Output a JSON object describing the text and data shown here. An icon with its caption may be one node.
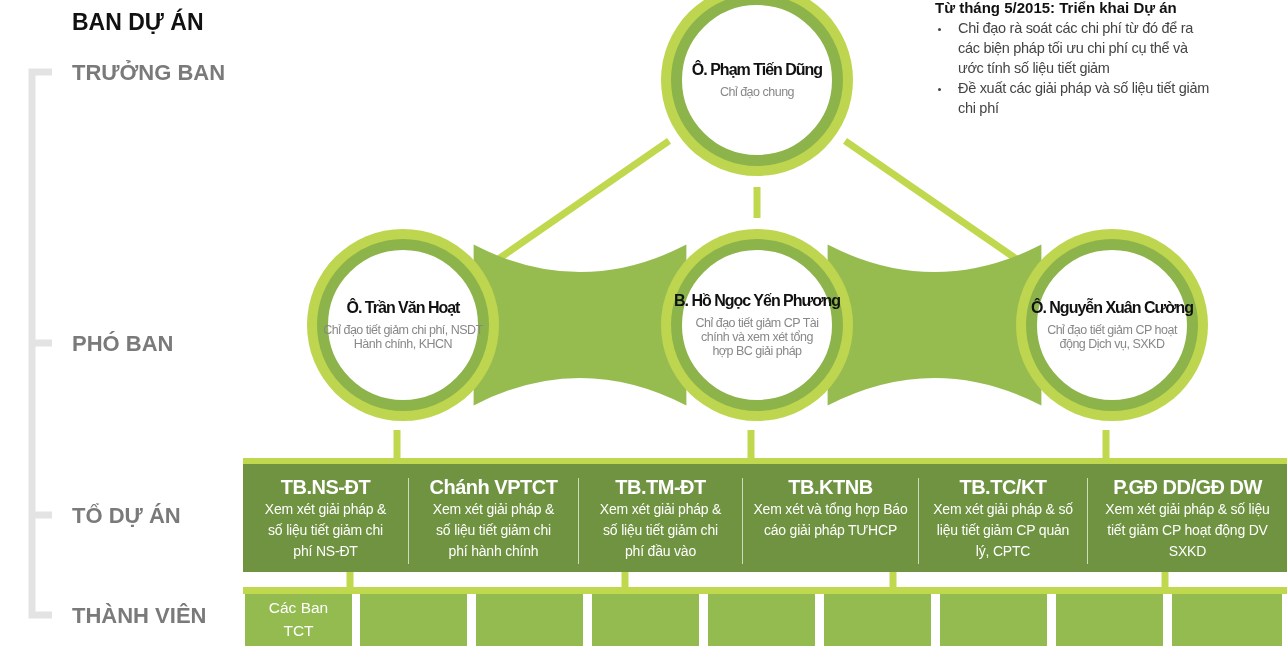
{
  "diagram": {
    "title": "BAN DỰ ÁN",
    "nodes": [
      {
        "text": [
          "Ô. Phạm Tiến Dũng",
          "Chỉ đạo chung"
        ]
      },
      {
        "text": [
          "Ô. Trần Văn Hoạt",
          "Chỉ đạo tiết giảm chi phí, NSDT Hành chính, KHCN"
        ]
      },
      {
        "text": [
          "B. Hồ Ngọc Yến Phương",
          "Chỉ đạo tiết giảm CP Tài chính và xem xét tổng hợp BC giải pháp"
        ]
      },
      {
        "text": [
          "Ô. Nguyễn Xuân Cường",
          "Chỉ đạo tiết giảm CP hoạt động Dịch vụ, SXKD"
        ]
      },
      {
        "text": [],
        "shape": "bar"
      },
      {
        "text": [
          "TB.NS-ĐT",
          "Xem xét giải pháp & số liệu tiết giảm chi phí NS-ĐT"
        ]
      },
      {
        "text": [
          "Chánh VPTCT",
          "Xem xét giải pháp & số liệu tiết giảm chi phí hành chính"
        ]
      },
      {
        "text": [
          "TB.TM-ĐT",
          "Xem xét giải pháp & số liệu tiết giảm chi phí đầu vào"
        ]
      },
      {
        "text": [
          "TB.KTNB",
          "Xem xét và tổng hợp Báo cáo giải pháp TƯHCP"
        ]
      },
      {
        "text": [
          "TB.TC/KT",
          "Xem xét giải pháp & số liệu tiết giảm CP quản lý, CPTC"
        ]
      },
      {
        "text": [
          "P.GĐ DD/GĐ DW",
          "Xem xét giải pháp & số liệu tiết giảm CP hoạt động DV SXKD"
        ]
      },
      {
        "text": [],
        "shape": "bar"
      },
      {
        "text": [
          "Các Ban TCT"
        ]
      },
      {
        "text": [],
        "shape": "box"
      },
      {
        "text": [],
        "shape": "box"
      },
      {
        "text": [],
        "shape": "box"
      },
      {
        "text": [],
        "shape": "box"
      },
      {
        "text": [],
        "shape": "box"
      },
      {
        "text": [],
        "shape": "box"
      },
      {
        "text": [],
        "shape": "box"
      },
      {
        "text": [],
        "shape": "box"
      }
    ],
    "edges": [
      {
        "from": 0,
        "to": 1,
        "arrow": "none"
      },
      {
        "from": 0,
        "to": 2,
        "arrow": "none"
      },
      {
        "from": 0,
        "to": 3,
        "arrow": "none"
      },
      {
        "from": 1,
        "to": 2,
        "arrow": "none",
        "style": "thick",
        "color": "#96bc50"
      },
      {
        "from": 2,
        "to": 3,
        "arrow": "none",
        "style": "thick",
        "color": "#96bc50"
      },
      {
        "from": 1,
        "to": 4,
        "arrow": "none"
      },
      {
        "from": 2,
        "to": 4,
        "arrow": "none"
      },
      {
        "from": 3,
        "to": 4,
        "arrow": "none"
      },
      {
        "from": 5,
        "to": 11,
        "arrow": "none"
      },
      {
        "from": 7,
        "to": 11,
        "arrow": "none"
      },
      {
        "from": 8,
        "to": 11,
        "arrow": "none"
      },
      {
        "from": 10,
        "to": 11,
        "arrow": "none"
      }
    ],
    "labels": [
      "TRƯỞNG BAN",
      "PHÓ BAN",
      "TỔ DỰ ÁN",
      "THÀNH VIÊN",
      "Từ tháng 5/2015: Triển khai Dự án",
      "Chỉ đạo rà soát các chi phí từ đó để ra các biện pháp tối ưu chi phí cụ thể và ước tính số liệu tiết giảm",
      "Đề xuất các giải pháp và số liệu tiết giảm chi phí"
    ]
  }
}
